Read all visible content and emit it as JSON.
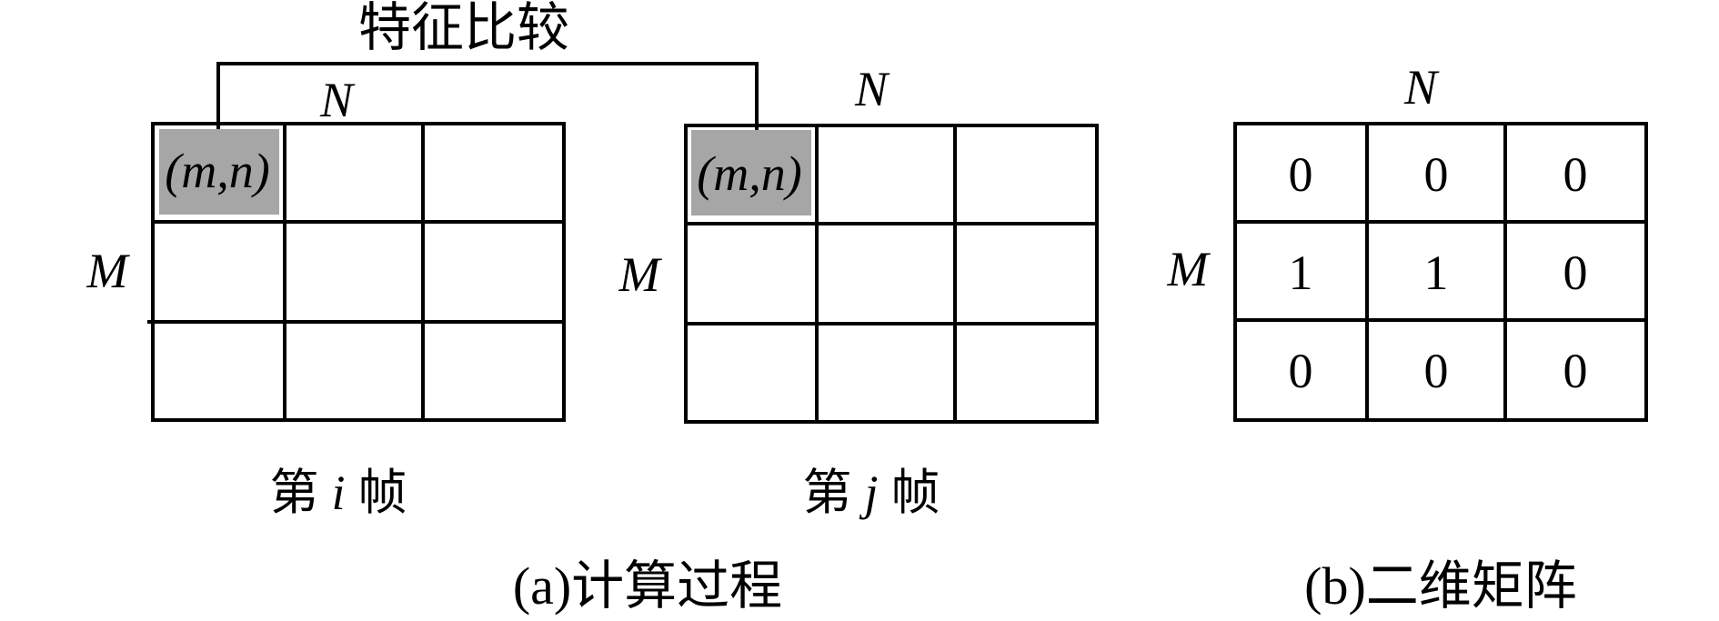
{
  "comparison_label": "特征比较",
  "cell_label": "(m,n)",
  "axis_N": "N",
  "axis_M": "M",
  "frame_i": {
    "prefix": "第",
    "var": "i",
    "suffix": "帧"
  },
  "frame_j": {
    "prefix": "第",
    "var": "j",
    "suffix": "帧"
  },
  "caption_a": "(a)计算过程",
  "caption_b": "(b)二维矩阵",
  "matrix": [
    [
      "0",
      "0",
      "0"
    ],
    [
      "1",
      "1",
      "0"
    ],
    [
      "0",
      "0",
      "0"
    ]
  ],
  "highlight_color": "#a6a6a6"
}
